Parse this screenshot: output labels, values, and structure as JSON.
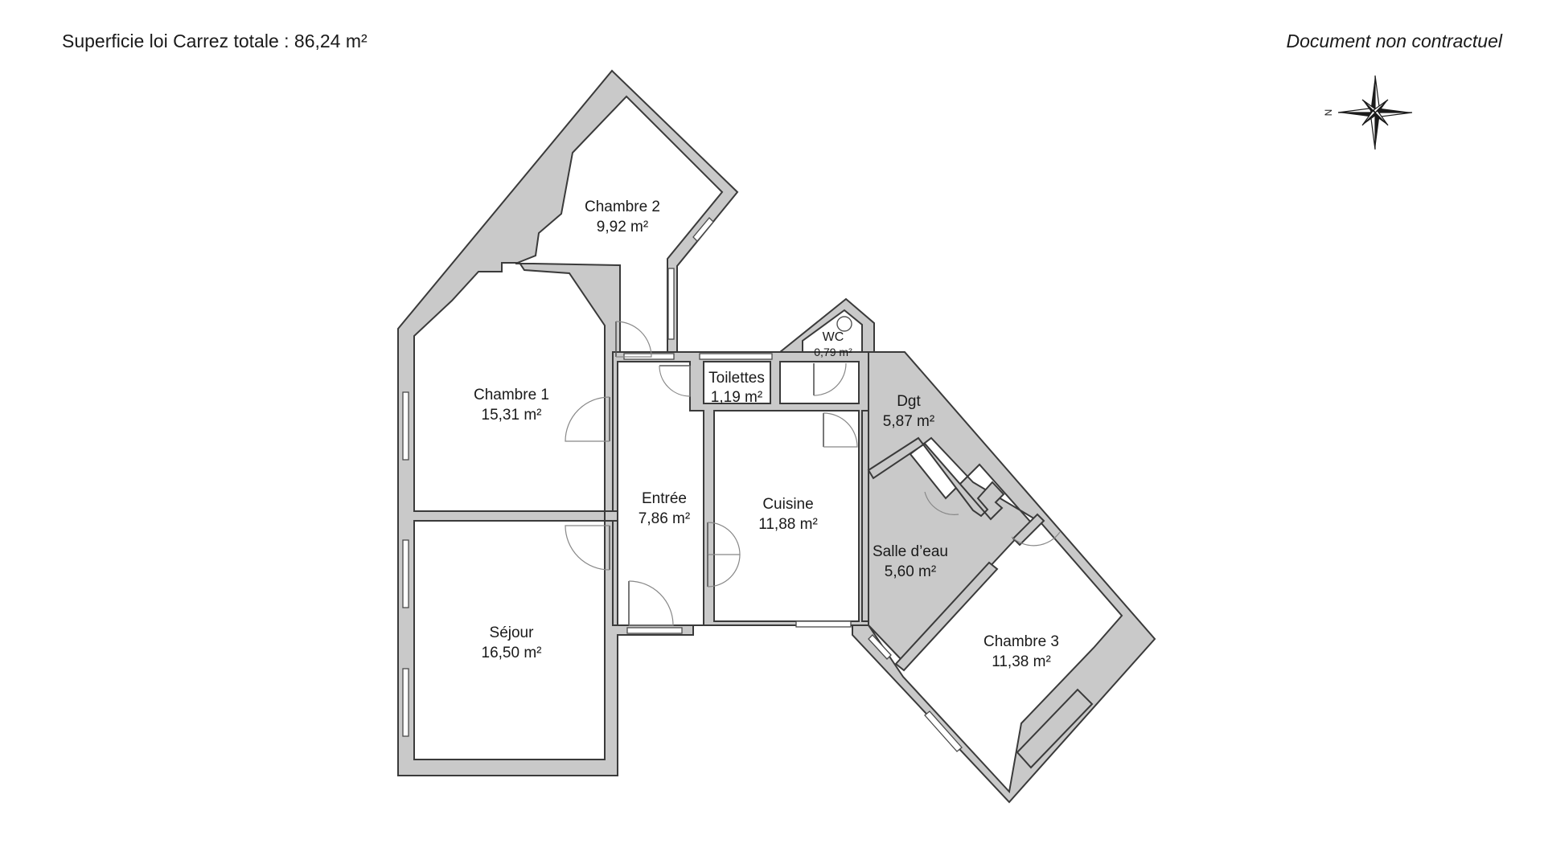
{
  "header": {
    "total_area": "Superficie loi Carrez totale : 86,24 m²",
    "disclaimer": "Document non contractuel"
  },
  "compass": {
    "north_label": "N"
  },
  "rooms": {
    "chambre2": {
      "name": "Chambre 2",
      "area": "9,92 m²"
    },
    "chambre1": {
      "name": "Chambre 1",
      "area": "15,31 m²"
    },
    "sejour": {
      "name": "Séjour",
      "area": "16,50 m²"
    },
    "entree": {
      "name": "Entrée",
      "area": "7,86 m²"
    },
    "toilettes": {
      "name": "Toilettes",
      "area": "1,19 m²"
    },
    "wc": {
      "name": "WC",
      "area": "0,79 m²"
    },
    "cuisine": {
      "name": "Cuisine",
      "area": "11,88 m²"
    },
    "dgt": {
      "name": "Dgt",
      "area": "5,87 m²"
    },
    "salle_eau": {
      "name": "Salle d’eau",
      "area": "5,60 m²"
    },
    "chambre3": {
      "name": "Chambre 3",
      "area": "11,38 m²"
    }
  },
  "colors": {
    "wall": "#c9c9c9",
    "outline": "#3a3a3a"
  }
}
